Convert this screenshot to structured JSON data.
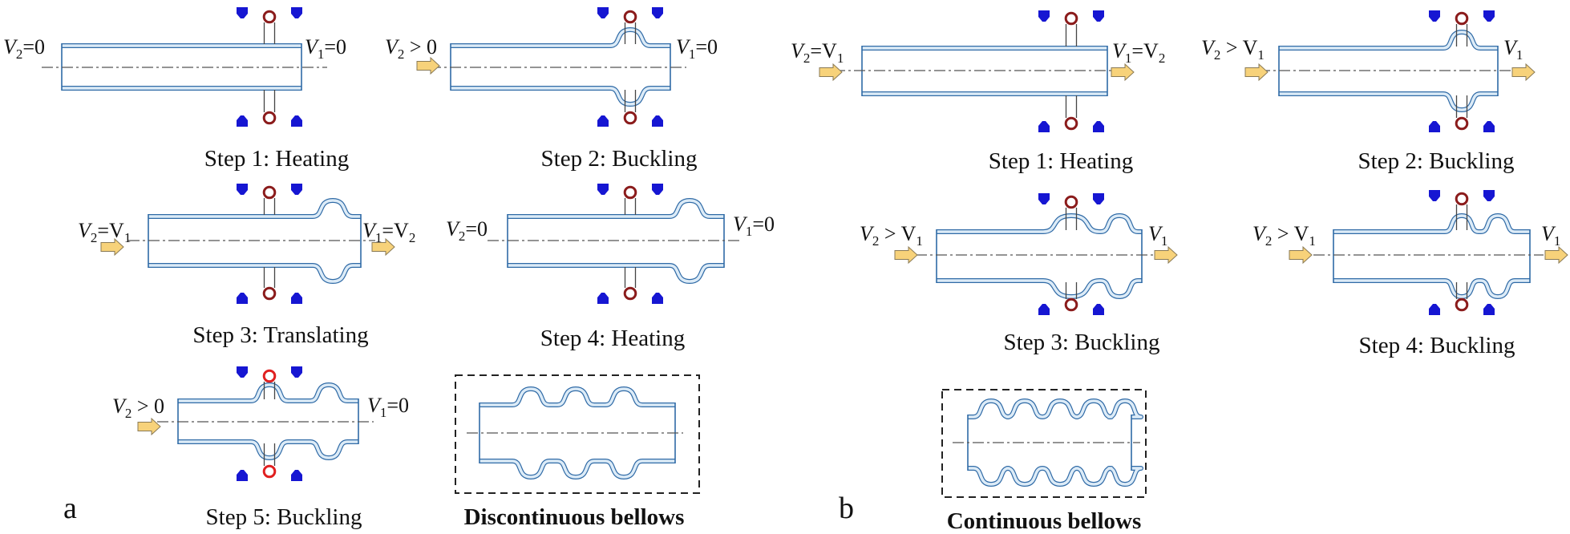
{
  "panel_a": {
    "panel_label": "a",
    "steps": [
      {
        "caption": "Step 1: Heating",
        "v2": {
          "base": "V",
          "sub": "2",
          "rest": "=0"
        },
        "v1": {
          "base": "V",
          "sub": "1",
          "rest": "=0"
        }
      },
      {
        "caption": "Step 2: Buckling",
        "v2": {
          "base": "V",
          "sub": "2",
          "rest": " > 0"
        },
        "v1": {
          "base": "V",
          "sub": "1",
          "rest": "=0"
        }
      },
      {
        "caption": "Step 3: Translating",
        "v2": {
          "base": "V",
          "sub": "2",
          "mid": "=V",
          "sub2": "1"
        },
        "v1": {
          "base": "V",
          "sub": "1",
          "mid": "=V",
          "sub2": "2"
        }
      },
      {
        "caption": "Step 4: Heating",
        "v2": {
          "base": "V",
          "sub": "2",
          "rest": "=0"
        },
        "v1": {
          "base": "V",
          "sub": "1",
          "rest": "=0"
        }
      },
      {
        "caption": "Step 5: Buckling",
        "v2": {
          "base": "V",
          "sub": "2",
          "rest": " > 0"
        },
        "v1": {
          "base": "V",
          "sub": "1",
          "rest": "=0"
        }
      }
    ],
    "result_caption": "Discontinuous bellows"
  },
  "panel_b": {
    "panel_label": "b",
    "steps": [
      {
        "caption": "Step 1: Heating",
        "v2": {
          "base": "V",
          "sub": "2",
          "mid": "=V",
          "sub2": "1"
        },
        "v1": {
          "base": "V",
          "sub": "1",
          "mid": "=V",
          "sub2": "2"
        }
      },
      {
        "caption": "Step 2: Buckling",
        "v2": {
          "base": "V",
          "sub": "2",
          "mid": " > V",
          "sub2": "1"
        },
        "v1": {
          "base": "V",
          "sub": "1"
        }
      },
      {
        "caption": "Step 3: Buckling",
        "v2": {
          "base": "V",
          "sub": "2",
          "mid": " > V",
          "sub2": "1"
        },
        "v1": {
          "base": "V",
          "sub": "1"
        }
      },
      {
        "caption": "Step 4: Buckling",
        "v2": {
          "base": "V",
          "sub": "2",
          "mid": " > V",
          "sub2": "1"
        },
        "v1": {
          "base": "V",
          "sub": "1"
        }
      }
    ],
    "result_caption": "Continuous bellows"
  },
  "colors": {
    "tube_fill": "#dcebf7",
    "tube_stroke": "#2f6aa6",
    "die_blue": "#1616d2",
    "coil_dark_red": "#8b1c1c",
    "coil_red": "#e02020",
    "arrow_fill": "#f7d27a",
    "arrow_stroke": "#8a7a55",
    "centerline": "#555555",
    "text": "#111111"
  }
}
